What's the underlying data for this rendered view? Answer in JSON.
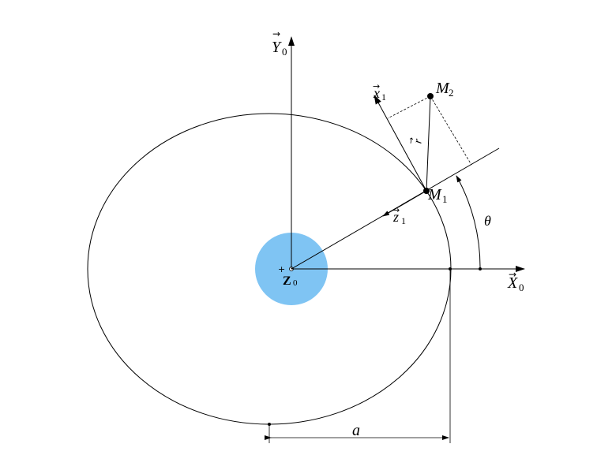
{
  "diagram": {
    "planet_color": "#7fc4f3",
    "labels": {
      "y_axis": {
        "main": "Y",
        "sub": "0"
      },
      "x_axis": {
        "main": "X",
        "sub": "0"
      },
      "z_origin": {
        "main": "Z",
        "sub": "0"
      },
      "x1": {
        "main": "x",
        "sub": "1"
      },
      "z1": {
        "main": "z",
        "sub": "1"
      },
      "r": {
        "main": "r"
      },
      "m1": {
        "main": "M",
        "sub": "1"
      },
      "m2": {
        "main": "M",
        "sub": "2"
      },
      "theta": "θ",
      "a": "a"
    },
    "vector_mark": "→"
  }
}
